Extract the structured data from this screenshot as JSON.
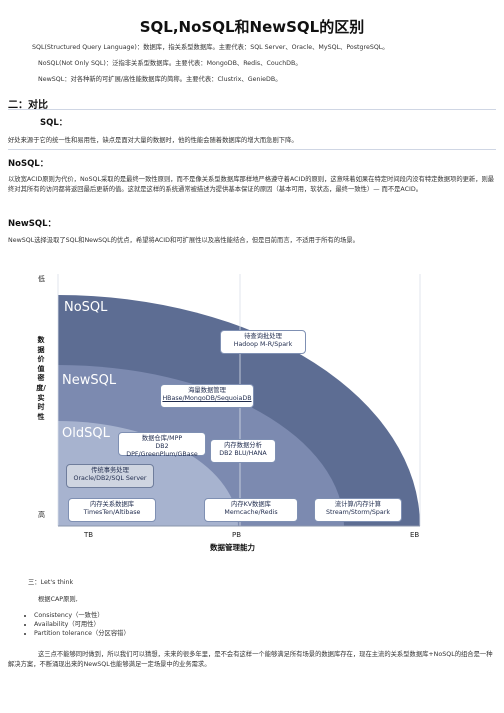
{
  "title": "SQL,NoSQL和NewSQL的区别",
  "intro": [
    "SQL(Structured Query Language)：数据库，指关系型数据库。主要代表：SQL Server、Oracle、MySQL、PostgreSQL。",
    "NoSQL(Not Only SQL)：泛指非关系型数据库。主要代表：MongoDB、Redis、CouchDB。",
    "NewSQL：对各种新的可扩展/高性能数据库的简称。主要代表：Clustrix、GenieDB。"
  ],
  "section2": {
    "heading": "二：对比",
    "sql": {
      "heading": "SQL：",
      "text": "好处来源于它的统一性和易用性，缺点是面对大量的数据时，他的性能会随着数据库的增大而急剧下降。"
    },
    "nosql": {
      "heading": "NoSQL：",
      "text": "以放宽ACID原则为代价，NoSQL采取的是最终一致性原则，而不是像关系型数据库那样地严格遵守着ACID的原则，这意味着如果在特定时间段内没有特定数据项的更新，则最终对其所有的访问都将返回最后更新的值。这就是这样的系统通常被描述为提供基本保证的原因（基本可用，软状态，最终一致性）— 而不是ACID。"
    },
    "newsql": {
      "heading": "NewSQL：",
      "text": "NewSQL选择汲取了SQL和NewSQL的优点，希望将ACID和可扩展性以及高性能结合，但是目前而言，不适用于所有的场景。"
    }
  },
  "diagram": {
    "y_axis_label": "数据价值密度/实时性",
    "y_low": "低",
    "y_high": "高",
    "x_axis_label": "数据管理能力",
    "x_ticks": [
      "TB",
      "PB",
      "EB"
    ],
    "zones": [
      "NoSQL",
      "NewSQL",
      "OldSQL"
    ],
    "colors": {
      "nosql": "#5d6d93",
      "newsql": "#7c8ab0",
      "oldsql": "#a7b3cf",
      "grid": "#d9dee9"
    },
    "boxes": [
      {
        "line1": "待查询批处理",
        "line2": "Hadoop M-R/Spark"
      },
      {
        "line1": "海量数据管理",
        "line2": "HBase/MongoDB/SequoiaDB"
      },
      {
        "line1": "数据仓库/MPP",
        "line2": "DB2 DPF/GreenPlum/GBase"
      },
      {
        "line1": "传统事务处理",
        "line2": "Oracle/DB2/SQL Server"
      },
      {
        "line1": "内存数据分析",
        "line2": "DB2 BLU/HANA"
      },
      {
        "line1": "内存关系数据库",
        "line2": "TimesTen/Altibase"
      },
      {
        "line1": "内存KV数据库",
        "line2": "Memcache/Redis"
      },
      {
        "line1": "流计算/内存计算",
        "line2": "Stream/Storm/Spark"
      }
    ]
  },
  "section3": {
    "heading": "三：Let's think",
    "cap_intro": "根据CAP原则,",
    "cap_items": [
      "Consistency（一致性）",
      "Availability（可用性）",
      "Partition tolerance（分区容错）"
    ],
    "conclusion": "这三点不能够同时做到，所以我们可以猜想，未来的很多年里，是不会有这样一个能够满足所有场景的数据库存在，现在主流的关系型数据库+NoSQL的组合是一种解决方案，不断涌现出来的NewSQL也能够满足一定场景中的业务需求。"
  }
}
